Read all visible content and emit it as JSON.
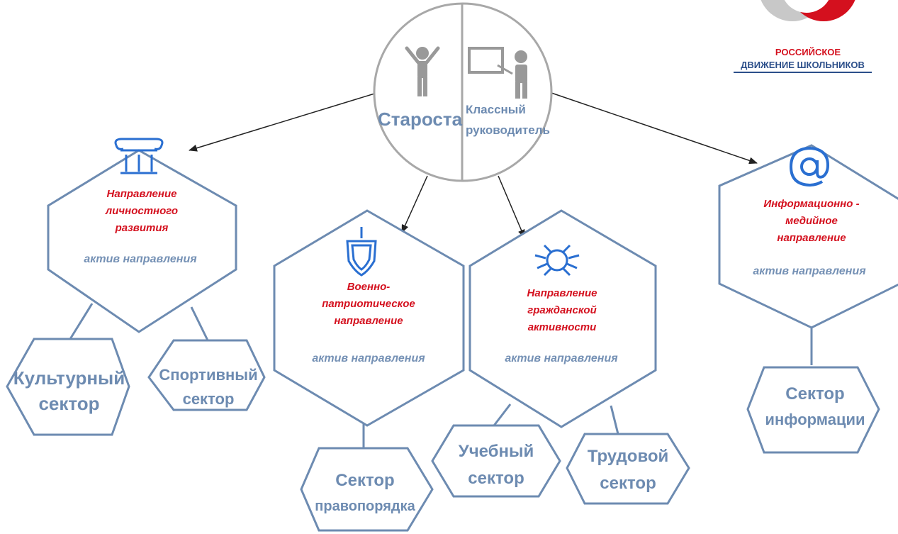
{
  "center": {
    "left_label": "Староста",
    "right_label_line1": "Классный",
    "right_label_line2": "руководитель"
  },
  "logo": {
    "line1": "РОССИЙСКОЕ",
    "line2": "ДВИЖЕНИЕ ШКОЛЬНИКОВ",
    "colors": {
      "blue": "#2c4f8a",
      "red": "#d4101e",
      "grey": "#c8c8c8"
    }
  },
  "directions": [
    {
      "name_lines": [
        "Направление",
        "личностного",
        "развития"
      ],
      "activ": "актив направления",
      "icon": "column-icon"
    },
    {
      "name_lines": [
        "Военно-",
        "патриотическое",
        "направление"
      ],
      "activ": "актив направления",
      "icon": "shield-icon"
    },
    {
      "name_lines": [
        "Направление",
        "гражданской",
        "активности"
      ],
      "activ": "актив направления",
      "icon": "hands-icon"
    },
    {
      "name_lines": [
        "Информационно -",
        "медийное",
        "направление"
      ],
      "activ": "актив направления",
      "icon": "at-icon"
    }
  ],
  "sectors": [
    {
      "lines": [
        "Культурный",
        "сектор"
      ]
    },
    {
      "lines": [
        "Спортивный",
        "сектор"
      ]
    },
    {
      "lines": [
        "Сектор",
        "правопорядка"
      ]
    },
    {
      "lines": [
        "Учебный",
        "сектор"
      ]
    },
    {
      "lines": [
        "Трудовой",
        "сектор"
      ]
    },
    {
      "lines": [
        "Сектор",
        "информации"
      ]
    }
  ],
  "colors": {
    "hex_stroke": "#6d8bb1",
    "red_text": "#d4101e",
    "circle_stroke": "#a8a8a8",
    "arrow": "#222222"
  }
}
